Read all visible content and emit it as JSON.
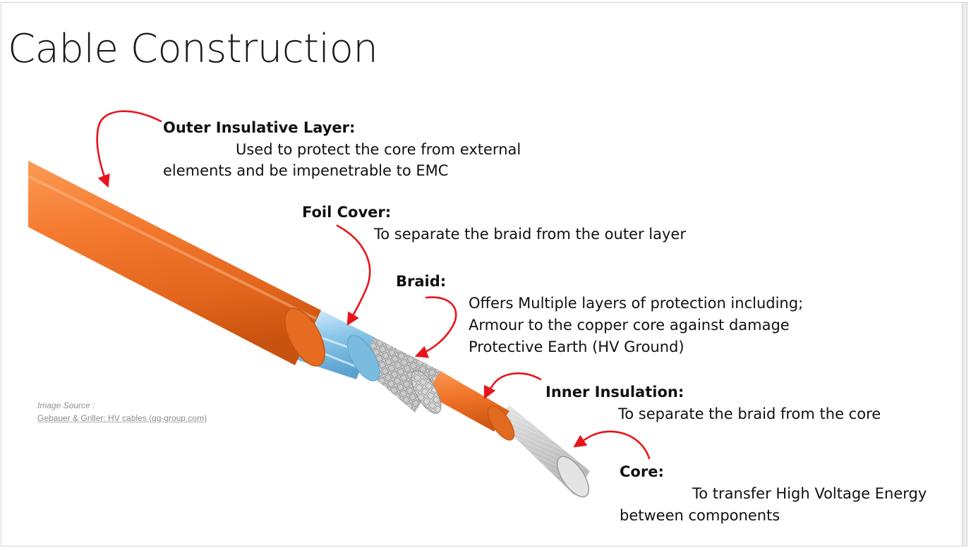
{
  "title": "Cable Construction",
  "labels": {
    "outer": {
      "heading": "Outer Insulative Layer:",
      "line1": "Used to protect the core from external",
      "line2": "elements and be impenetrable to EMC"
    },
    "foil": {
      "heading": "Foil Cover:",
      "line1": "To separate the braid from the outer layer"
    },
    "braid": {
      "heading": "Braid:",
      "line1": "Offers Multiple layers of protection including;",
      "line2": "Armour to the copper core against damage",
      "line3": "Protective Earth (HV Ground)"
    },
    "inner": {
      "heading": "Inner Insulation:",
      "line1": "To separate the braid from the core"
    },
    "core": {
      "heading": "Core:",
      "line1": "To transfer High Voltage Energy",
      "line2": "between components"
    }
  },
  "source": {
    "label": "Image Source :",
    "link": "Gebauer & Griller: HV cables (gg-group.com)"
  },
  "colors": {
    "jacket": "#f47b30",
    "foil": "#8cc7e8",
    "braid": "#c9c9c9",
    "arrow": "#e8141b"
  }
}
